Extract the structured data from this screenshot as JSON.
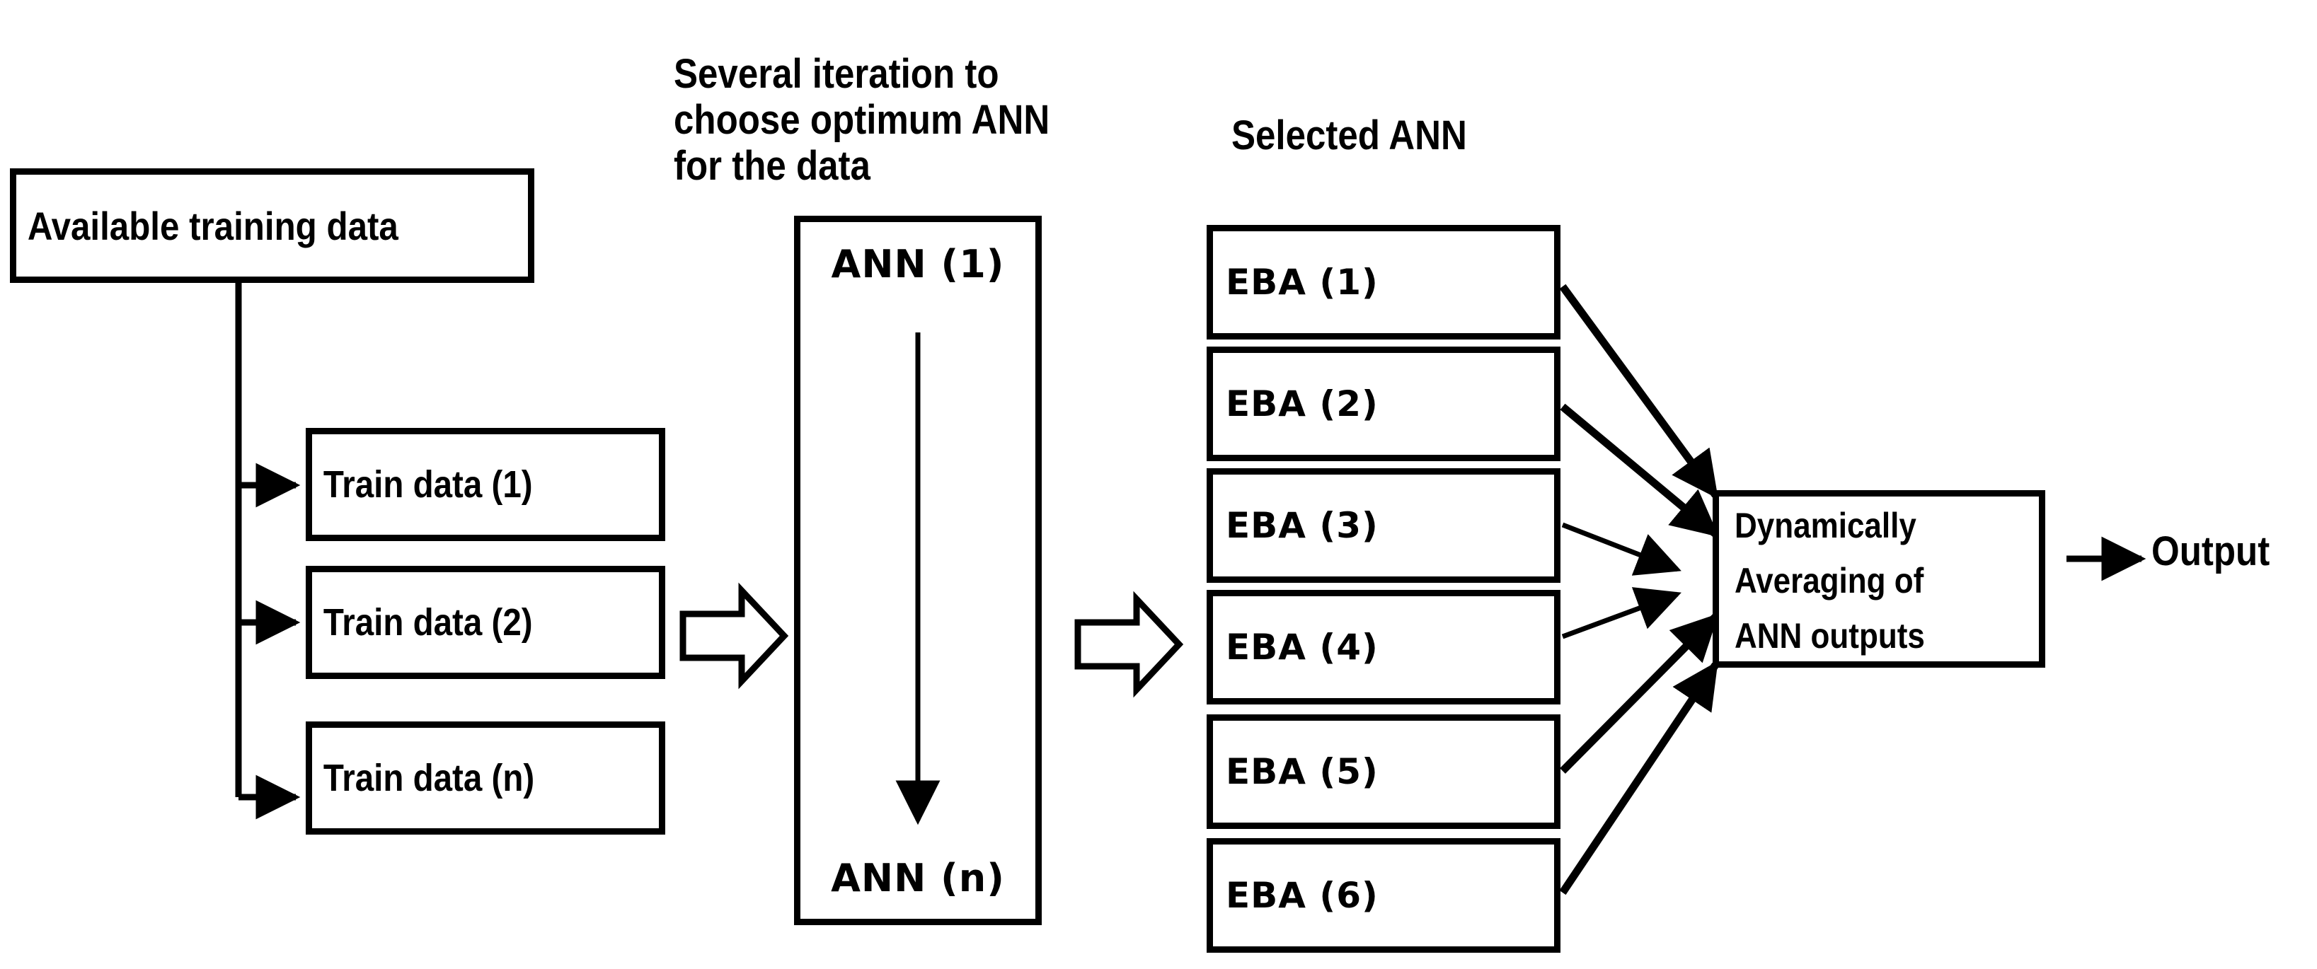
{
  "diagram": {
    "title": "Dynamic averaging ANN ensemble workflow",
    "headings": [
      {
        "id": "iteration-note",
        "text": "Several iteration to\nchoose optimum ANN\nfor the data"
      },
      {
        "id": "selected-ann",
        "text": "Selected ANN"
      }
    ],
    "source_box": {
      "label": "Available training data"
    },
    "train_boxes": [
      {
        "label": "Train data (1)"
      },
      {
        "label": "Train data (2)"
      },
      {
        "label": "Train data (n)"
      }
    ],
    "ann_pool": {
      "top_label": "ANN (1)",
      "bottom_label": "ANN (n)",
      "arrow_direction": "down"
    },
    "eba_boxes": [
      {
        "label": "EBA (1)"
      },
      {
        "label": "EBA (2)"
      },
      {
        "label": "EBA (3)"
      },
      {
        "label": "EBA (4)"
      },
      {
        "label": "EBA (5)"
      },
      {
        "label": "EBA (6)"
      }
    ],
    "aggregator_box": {
      "line1": "Dynamically",
      "line2": "Averaging of",
      "line3": "ANN outputs"
    },
    "output_label": "Output",
    "icons": {
      "block_arrow_1": "block-arrow-right-icon",
      "block_arrow_2": "block-arrow-right-icon",
      "down_arrow": "arrow-down-icon",
      "output_arrow": "arrow-right-icon"
    },
    "colors": {
      "stroke": "#000000",
      "fill": "#ffffff",
      "text": "#000000"
    }
  }
}
